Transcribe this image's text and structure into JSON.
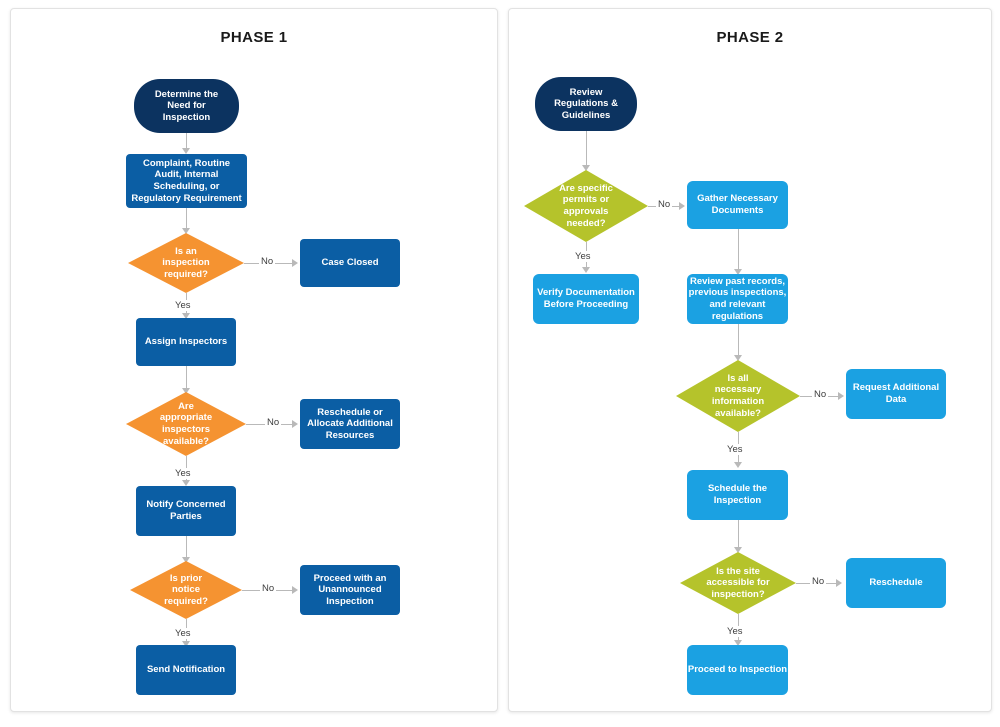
{
  "panels": [
    {
      "id": "phase-1",
      "title": "PHASE 1"
    },
    {
      "id": "phase-2",
      "title": "PHASE 2"
    }
  ],
  "colors": {
    "terminal_navy": "#0c3360",
    "process_dark_blue": "#0b5ea4",
    "process_light_blue": "#1ba1e2",
    "decision_orange": "#f59331",
    "decision_olive": "#b5c32b",
    "connector_gray": "#b9b9b9",
    "panel_border": "#e2e2e2",
    "page_background": "#ffffff",
    "node_text": "#ffffff",
    "title_text": "#1a1a1a"
  },
  "phase1": {
    "nodes": {
      "determine_need": "Determine the\nNeed for\nInspection",
      "complaint_sources": "Complaint, Routine\nAudit, Internal\nScheduling, or\nRegulatory Requirement",
      "inspection_required": "Is an\ninspection\nrequired?",
      "case_closed": "Case Closed",
      "assign_inspectors": "Assign Inspectors",
      "inspectors_available": "Are\nappropriate\ninspectors\navailable?",
      "reschedule_allocate": "Reschedule or\nAllocate Additional\nResources",
      "notify_parties": "Notify Concerned\nParties",
      "prior_notice_required": "Is prior\nnotice\nrequired?",
      "unannounced_inspection": "Proceed with an\nUnannounced\nInspection",
      "send_notification": "Send Notification"
    },
    "edge_labels": {
      "inspection_required_no": "No",
      "inspection_required_yes": "Yes",
      "inspectors_available_no": "No",
      "inspectors_available_yes": "Yes",
      "prior_notice_no": "No",
      "prior_notice_yes": "Yes"
    }
  },
  "phase2": {
    "nodes": {
      "review_regulations": "Review\nRegulations &\nGuidelines",
      "permits_needed": "Are specific\npermits or\napprovals\nneeded?",
      "gather_documents": "Gather Necessary\nDocuments",
      "verify_documentation": "Verify Documentation\nBefore Proceeding",
      "review_past_records": "Review past records,\nprevious inspections,\nand relevant\nregulations",
      "information_available": "Is all\nnecessary\ninformation\navailable?",
      "request_additional_data": "Request Additional\nData",
      "schedule_inspection": "Schedule the\nInspection",
      "site_accessible": "Is the site\naccessible for\ninspection?",
      "reschedule": "Reschedule",
      "proceed_to_inspection": "Proceed to Inspection"
    },
    "edge_labels": {
      "permits_needed_no": "No",
      "permits_needed_yes": "Yes",
      "information_available_no": "No",
      "information_available_yes": "Yes",
      "site_accessible_no": "No",
      "site_accessible_yes": "Yes"
    }
  }
}
